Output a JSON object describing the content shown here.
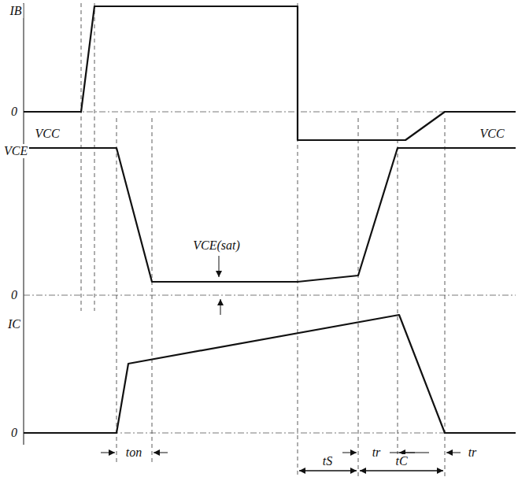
{
  "diagram": {
    "labels": [
      "IB",
      "0",
      "VCC",
      "VCE",
      "VCE(sat)",
      "0",
      "IC",
      "0",
      "VCC",
      "ton",
      "tr",
      "tr",
      "tS",
      "tC"
    ]
  }
}
